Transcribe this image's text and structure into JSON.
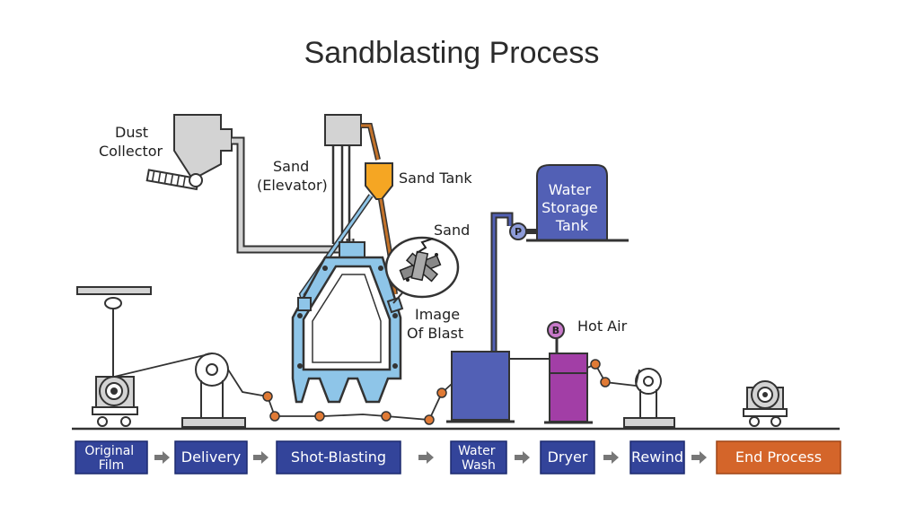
{
  "title": "Sandblasting Process",
  "labels": {
    "dust_collector": [
      "Dust",
      "Collector"
    ],
    "sand_elevator": [
      "Sand",
      "(Elevator)"
    ],
    "sand_tank": "Sand Tank",
    "sand": "Sand",
    "image_of_blast": [
      "Image",
      "Of Blast"
    ],
    "water_storage_tank": [
      "Water",
      "Storage",
      "Tank"
    ],
    "hot_air": "Hot Air",
    "pump_letter": "P",
    "blower_letter": "B"
  },
  "steps": [
    {
      "lines": [
        "Original",
        "Film"
      ]
    },
    {
      "lines": [
        "Delivery"
      ]
    },
    {
      "lines": [
        "Shot-Blasting"
      ]
    },
    {
      "lines": [
        "Water",
        "Wash"
      ]
    },
    {
      "lines": [
        "Dryer"
      ]
    },
    {
      "lines": [
        "Rewind"
      ]
    },
    {
      "lines": [
        "End Process"
      ]
    }
  ],
  "colors": {
    "step_blue": "#33449a",
    "end_orange": "#d4652a",
    "grey_fill": "#d3d3d3",
    "outline": "#333333",
    "tank_orange": "#f5a623",
    "water_blue": "#5260b5",
    "hopper_blue": "#8ec5e8",
    "dryer_purple": "#a23ea6",
    "roller_orange": "#e07a35"
  }
}
